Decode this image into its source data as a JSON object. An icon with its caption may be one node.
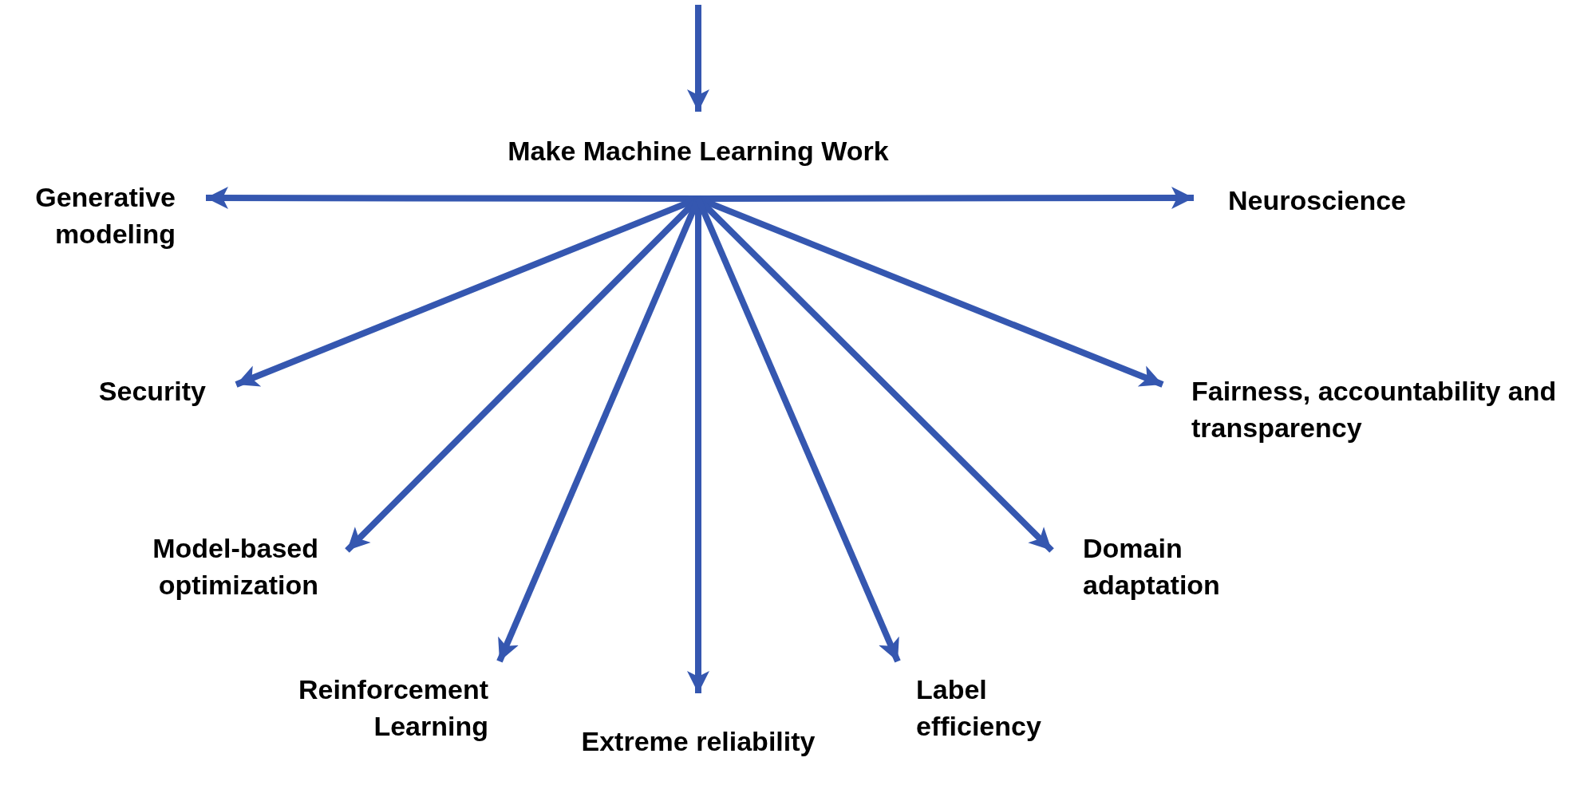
{
  "diagram": {
    "nodes": [
      {
        "text": [
          "Make Machine Learning Work"
        ]
      },
      {
        "text": [
          "Generative modeling"
        ]
      },
      {
        "text": [
          "Neuroscience"
        ]
      },
      {
        "text": [
          "Security"
        ]
      },
      {
        "text": [
          "Fairness, accountability and transparency"
        ]
      },
      {
        "text": [
          "Model-based optimization"
        ]
      },
      {
        "text": [
          "Domain adaptation"
        ]
      },
      {
        "text": [
          "Reinforcement Learning"
        ]
      },
      {
        "text": [
          "Extreme reliability"
        ]
      },
      {
        "text": [
          "Label efficiency"
        ]
      }
    ],
    "edges": [
      {
        "from": null,
        "to": 0,
        "arrow": "to"
      },
      {
        "from": 0,
        "to": 1,
        "arrow": "to"
      },
      {
        "from": 0,
        "to": 2,
        "arrow": "to"
      },
      {
        "from": 0,
        "to": 3,
        "arrow": "to"
      },
      {
        "from": 0,
        "to": 4,
        "arrow": "to"
      },
      {
        "from": 0,
        "to": 5,
        "arrow": "to"
      },
      {
        "from": 0,
        "to": 6,
        "arrow": "to"
      },
      {
        "from": 0,
        "to": 7,
        "arrow": "to"
      },
      {
        "from": 0,
        "to": 8,
        "arrow": "to"
      },
      {
        "from": 0,
        "to": 9,
        "arrow": "to"
      }
    ]
  }
}
